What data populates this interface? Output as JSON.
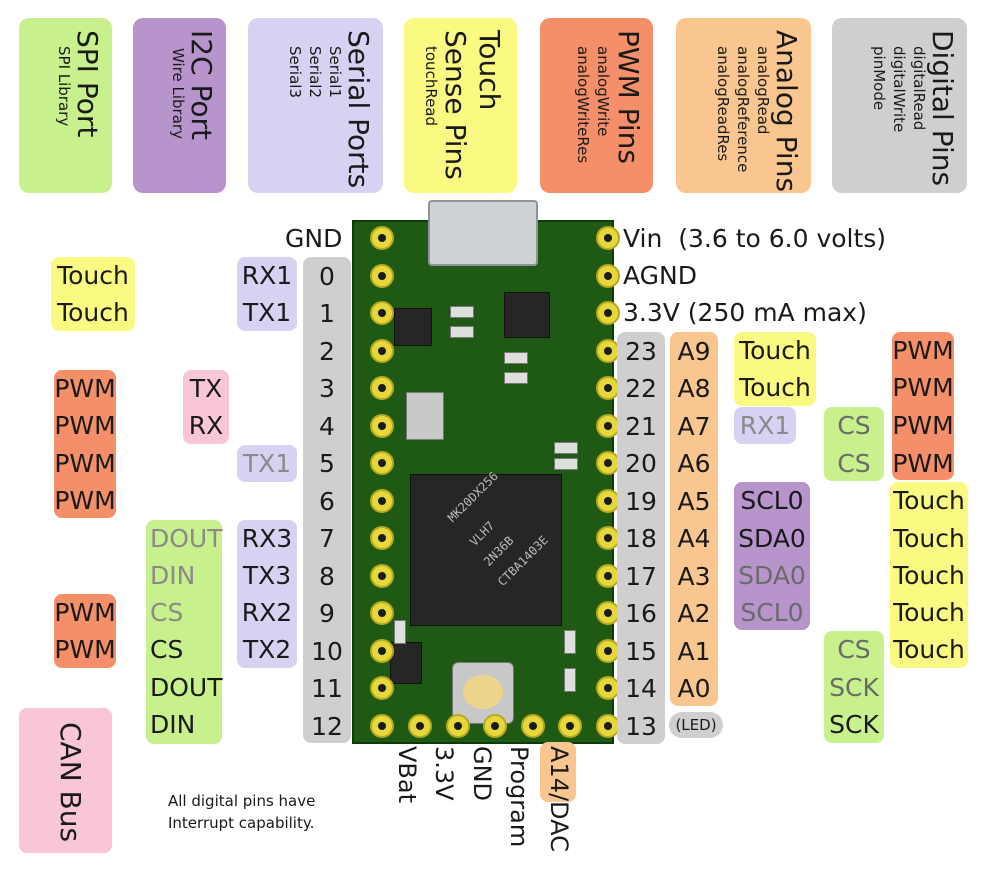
{
  "legend": [
    {
      "title": "SPI Port",
      "subs": [
        "SPI Library"
      ]
    },
    {
      "title": "I2C Port",
      "subs": [
        "Wire Library"
      ]
    },
    {
      "title": "Serial Ports",
      "subs": [
        "Serial1",
        "Serial2",
        "Serial3"
      ]
    },
    {
      "title": "Touch Sense Pins",
      "subs": [
        "touchRead"
      ]
    },
    {
      "title": "PWM Pins",
      "subs": [
        "analogWrite",
        "analogWriteRes"
      ]
    },
    {
      "title": "Analog Pins",
      "subs": [
        "analogRead",
        "analogReference",
        "analogReadRes"
      ]
    },
    {
      "title": "Digital Pins",
      "subs": [
        "digitalRead",
        "digitalWrite",
        "pinMode"
      ]
    }
  ],
  "left_pins": [
    "GND",
    "0",
    "1",
    "2",
    "3",
    "4",
    "5",
    "6",
    "7",
    "8",
    "9",
    "10",
    "11",
    "12"
  ],
  "right_pins": [
    "23",
    "22",
    "21",
    "20",
    "19",
    "18",
    "17",
    "16",
    "15",
    "14",
    "13"
  ],
  "right_top": [
    "Vin  (3.6 to 6.0 volts)",
    "AGND",
    "3.3V (250 mA max)"
  ],
  "led_label": "(LED)",
  "analog": [
    "A9",
    "A8",
    "A7",
    "A6",
    "A5",
    "A4",
    "A3",
    "A2",
    "A1",
    "A0"
  ],
  "left_serial": {
    "rx1": "RX1",
    "tx1": "TX1",
    "tx1_alt": "TX1",
    "rx3": "RX3",
    "tx3": "TX3",
    "rx2": "RX2",
    "tx2": "TX2"
  },
  "left_tx_rx": [
    "TX",
    "RX"
  ],
  "left_touch": [
    "Touch",
    "Touch"
  ],
  "left_pwm_top": [
    "PWM",
    "PWM",
    "PWM",
    "PWM"
  ],
  "left_pwm_bottom": [
    "PWM",
    "PWM"
  ],
  "left_spi": [
    "DOUT",
    "DIN",
    "CS",
    "CS",
    "DOUT",
    "DIN"
  ],
  "can_bus": "CAN Bus",
  "bottom_pins": [
    "VBat",
    "3.3V",
    "GND",
    "Program",
    "A14/DAC"
  ],
  "note": [
    "All digital pins have",
    "Interrupt capability."
  ],
  "right_touch_a": [
    "Touch",
    "Touch"
  ],
  "right_rx1": "RX1",
  "right_i2c": [
    "SCL0",
    "SDA0",
    "SDA0",
    "SCL0"
  ],
  "right_cs_top": [
    "CS",
    "CS"
  ],
  "right_spi_bottom": [
    "CS",
    "SCK",
    "SCK"
  ],
  "right_pwm": [
    "PWM",
    "PWM",
    "PWM",
    "PWM"
  ],
  "right_touch_b": [
    "Touch",
    "Touch",
    "Touch",
    "Touch",
    "Touch"
  ],
  "chip": {
    "line1": "MK20DX256",
    "line2": "VLH7",
    "line3": "2N36B",
    "line4": "CTBA1403E"
  },
  "colors": {
    "spi": "#c8f08c",
    "i2c": "#b894cc",
    "serial": "#d6d2f2",
    "touch": "#fafa82",
    "pwm": "#f58f6a",
    "analog": "#f9c690",
    "digital": "#cfcfcf",
    "can": "#f8c6d6"
  }
}
